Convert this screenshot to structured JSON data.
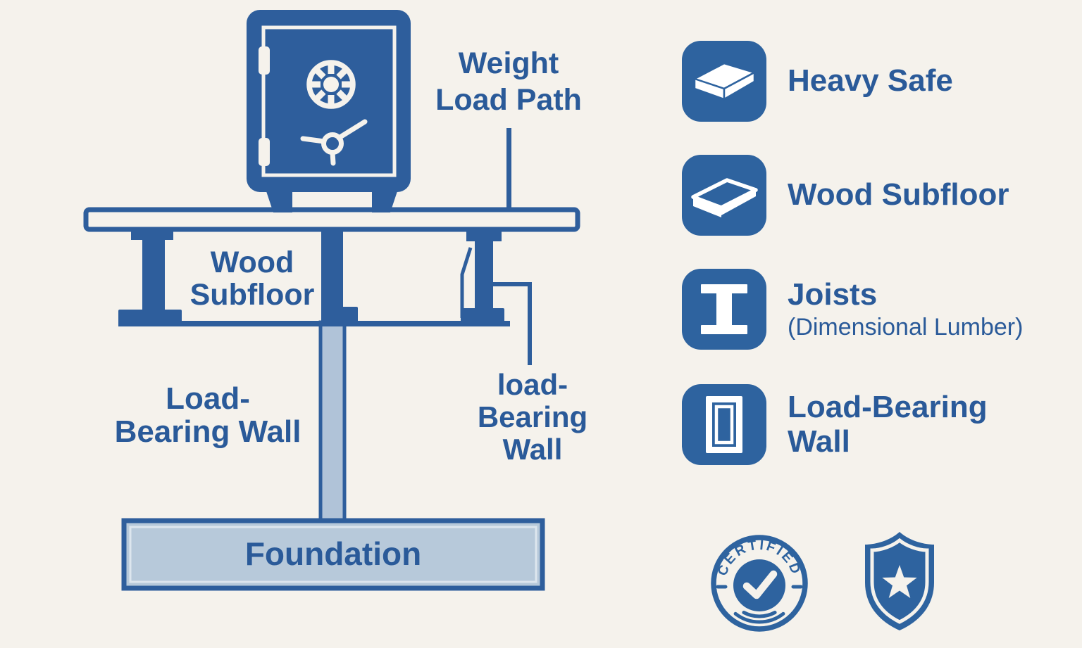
{
  "colors": {
    "background": "#f5f2ec",
    "accent_blue": "#2e5e9c",
    "icon_square_blue": "#2e639f",
    "light_wall_fill": "#b0c3d8",
    "foundation_fill": "#b7c9da",
    "label_text_blue": "#2a5a99"
  },
  "diagram": {
    "weight_load_path_label": {
      "lines": [
        "Weight",
        "Load Path"
      ]
    },
    "wood_subfloor_label": {
      "lines": [
        "Wood",
        "Subfloor"
      ]
    },
    "load_bearing_wall_left_label": {
      "lines": [
        "Load-",
        "Bearing Wall"
      ]
    },
    "load_bearing_wall_right_label": {
      "lines": [
        "load-",
        "Bearing",
        "Wall"
      ]
    },
    "foundation_label": "Foundation",
    "icons": [
      "safe-icon",
      "floor-plank-shape",
      "joist-shape",
      "load-bearing-wall-shape",
      "foundation-shape",
      "weight-load-path-callout-line",
      "wall-callout-line"
    ]
  },
  "legend": {
    "items": [
      {
        "icon": "heavy-safe-icon",
        "label": "Heavy Safe"
      },
      {
        "icon": "wood-subfloor-icon",
        "label": "Wood Subfloor"
      },
      {
        "icon": "joist-icon",
        "label": "Joists",
        "sublabel": "(Dimensional Lumber)"
      },
      {
        "icon": "load-bearing-wall-icon",
        "label_lines": [
          "Load-Bearing",
          "Wall"
        ]
      }
    ]
  },
  "badges": {
    "certified": {
      "text": "CERTIFIED",
      "icon": "certified-check-badge-icon"
    },
    "shield": {
      "icon": "star-shield-badge-icon"
    }
  }
}
